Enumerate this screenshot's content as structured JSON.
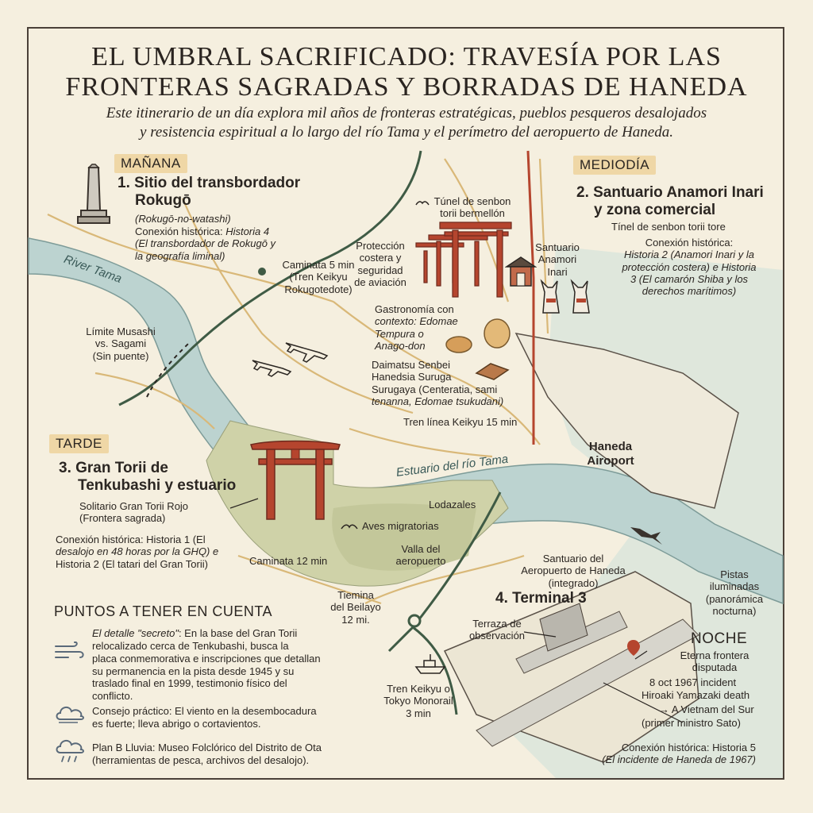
{
  "header": {
    "title_line1": "EL UMBRAL SACRIFICADO: TRAVESÍA POR LAS",
    "title_line2": "FRONTERAS SAGRADAS Y BORRADAS DE HANEDA",
    "subtitle_line1": "Este itinerario de un día explora mil años de fronteras estratégicas, pueblos pesqueros desalojados",
    "subtitle_line2": "y resistencia espiritual a lo largo del río Tama y el perímetro del aeropuerto de Haneda."
  },
  "sections": {
    "morning": "MAÑANA",
    "midday": "MEDIODÍA",
    "afternoon": "TARDE",
    "night": "NOCHE"
  },
  "stop1": {
    "title_l1": "1. Sitio del transbordador",
    "title_l2": "Rokugō",
    "alt_name": "(Rokugō-no-watashi)",
    "conn_label": "Conexión histórica:",
    "conn_story": "Historia 4",
    "conn_l2": "(El transbordador de Rokugō y",
    "conn_l3": "la geografía liminal)"
  },
  "stop2": {
    "title_l1": "2. Santuario Anamori Inari",
    "title_l2": "y zona comercial",
    "tunnel": "Tínel de senbon torii tore",
    "conn_l1": "Conexión histórica:",
    "conn_l2": "Historia 2 (Anamori Inari y la",
    "conn_l3": "protección costera) e Historia",
    "conn_l4": "3 (El camarón Shiba y los",
    "conn_l5": "derechos marítimos)"
  },
  "stop3": {
    "title_l1": "3. Gran Torii de",
    "title_l2": "Tenkubashi y estuario",
    "solitary_l1": "Solitario Gran Torii Rojo",
    "solitary_l2": "(Frontera sagrada)",
    "conn_l1": "Conexión histórica: Historia 1 (El",
    "conn_l2": "desalojo en 48 horas por la GHQ) e",
    "conn_l3": "Historia 2 (El tatari del Gran Torii)"
  },
  "stop4": {
    "title": "4. Terminal 3",
    "shrine_l1": "Santuario del",
    "shrine_l2": "Aeropuerto de Haneda",
    "shrine_l3": "(integrado)",
    "terrace_l1": "Terraza de",
    "terrace_l2": "observación"
  },
  "map_labels": {
    "river_tama": "River Tama",
    "estuary": "Estuario del río Tama",
    "musashi_l1": "Límite Musashi",
    "musashi_l2": "vs. Sagami",
    "musashi_l3": "(Sin puente)",
    "walk5_l1": "Caminata 5 min",
    "walk5_l2": "(Tren Keikyu",
    "walk5_l3": "Rokugotedote)",
    "protection_l1": "Protección",
    "protection_l2": "costera y",
    "protection_l3": "seguridad",
    "protection_l4": "de aviación",
    "tunnel_l1": "Túnel de senbon",
    "tunnel_l2": "torii bermellón",
    "anamori_l1": "Santuario",
    "anamori_l2": "Anamori",
    "anamori_l3": "Inari",
    "gastro_l1": "Gastronomía con",
    "gastro_l2": "contexto: Edomae",
    "gastro_l3": "Tempura o",
    "gastro_l4": "Anago-don",
    "daimatsu_l1": "Daimatsu Senbei",
    "daimatsu_l2": "Hanedsia Suruga",
    "daimatsu_l3": "Surugaya (Centeratia, sami",
    "daimatsu_l4": "tenanna, Edomae tsukudani)",
    "train15": "Tren línea Keikyu 15 min",
    "haneda_l1": "Haneda",
    "haneda_l2": "Airoport",
    "mudflats": "Lodazales",
    "birds": "Aves migratorias",
    "fence_l1": "Valla del",
    "fence_l2": "aeropuerto",
    "walk12": "Caminata 12 min",
    "tiemina_l1": "Tiemina",
    "tiemina_l2": "del Beilayo",
    "tiemina_l3": "12 mi.",
    "train3_l1": "Tren Keikyu o",
    "train3_l2": "Tokyo Monorail",
    "train3_l3": "3 min",
    "runways_l1": "Pistas",
    "runways_l2": "iluminadas",
    "runways_l3": "(panorámica",
    "runways_l4": "nocturna)"
  },
  "night": {
    "frontier_l1": "Eterna frontera",
    "frontier_l2": "disputada",
    "incident": "8 oct 1967 incident",
    "death": "Hiroaki Yamazaki death",
    "vietnam": "→ A Vietnam del Sur",
    "sato": "(primer ministro Sato)",
    "conn_l1": "Conexión histórica: Historia 5",
    "conn_l2": "(El incidente de Haneda de 1967)"
  },
  "tips": {
    "title": "PUNTOS A TENER EN CUENTA",
    "secret_em": "El detalle \"secreto\"",
    "secret_l1": ": En la base del Gran Torii",
    "secret_l2": "relocalizado cerca de Tenkubashi, busca la",
    "secret_l3": "placa conmemorativa e inscripciones que detallan",
    "secret_l4": "su permanencia en la pista desde 1945 y su",
    "secret_l5": "traslado final en 1999, testimonio físico del conflicto.",
    "practical_l1": "Consejo práctico: El viento en la desembocadura",
    "practical_l2": "es fuerte; lleva abrigo o cortavientos.",
    "rain_l1": "Plan B Lluvia: Museo Folclórico del Distrito de Ota",
    "rain_l2": "(herramientas de pesca, archivos del desalojo)."
  },
  "colors": {
    "paper": "#f5efdf",
    "water": "#bcd3d0",
    "land_green": "#cfd2a8",
    "torii_red": "#b5452e",
    "rail_green": "#3f5b45",
    "road_tan": "#d9b878"
  },
  "icons": [
    "monument-icon",
    "torii-icon",
    "fox-statue-icon",
    "airplane-icon",
    "senbei-icon",
    "wind-icon",
    "cloud-icon",
    "rain-icon",
    "ferry-icon",
    "heron-icon"
  ]
}
